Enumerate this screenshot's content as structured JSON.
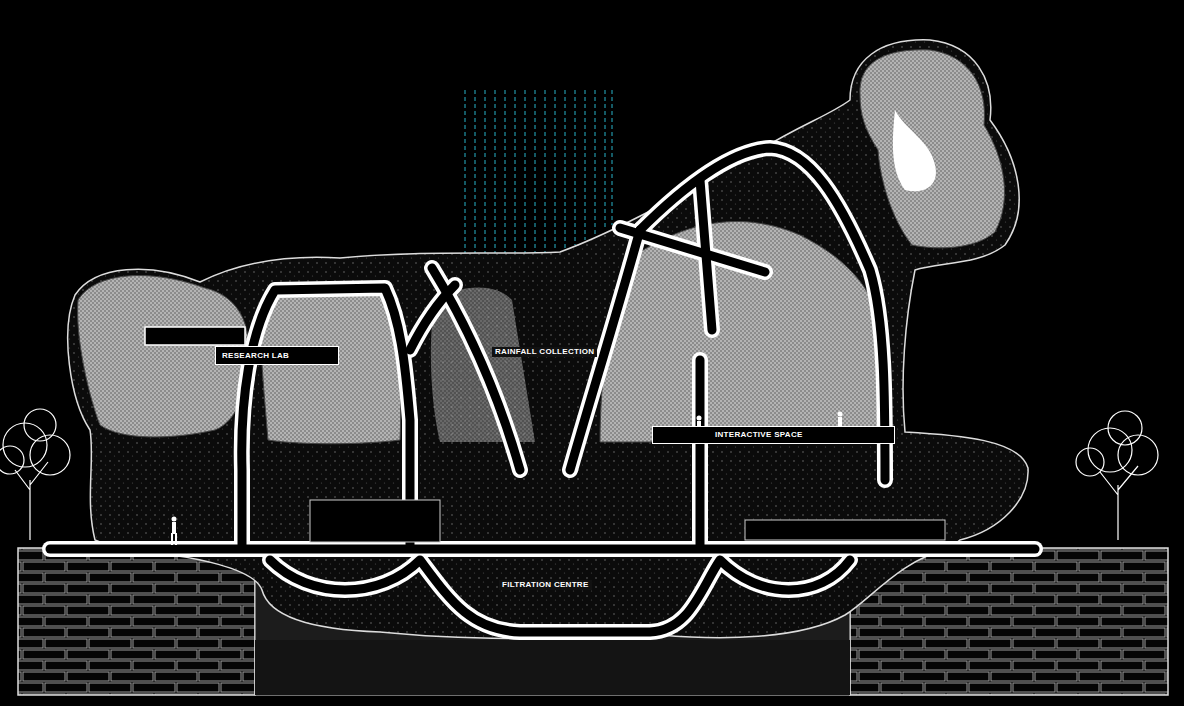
{
  "diagram": {
    "nodes": [
      {
        "text": [
          "RESEARCH LAB"
        ]
      },
      {
        "text": [
          "INTERACTIVE SPACE"
        ]
      }
    ],
    "labels": [
      "RAINFALL COLLECTION",
      "FILTRATION CENTRE"
    ]
  }
}
